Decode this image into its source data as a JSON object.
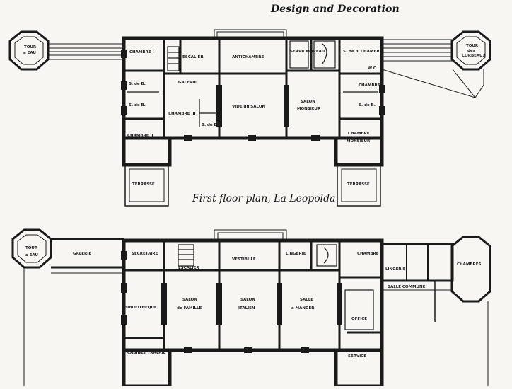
{
  "page_title": "Design and Decoration",
  "plan_caption": "First floor plan, La Leopolda",
  "ink_color": "#1a1a1a",
  "paper_color": "#f7f6f3",
  "upper_plan": {
    "rooms": {
      "tour_left_a": "TOUR",
      "tour_left_b": "a EAU",
      "tour_right_a": "TOUR",
      "tour_right_b": "des",
      "tour_right_c": "CORBEAUX",
      "chambre_i": "CHAMBRE I",
      "escalier": "ESCALIER",
      "antichambre": "ANTICHAMBRE",
      "service": "SERVICE",
      "bureau": "BUREAU",
      "sdb_right_top": "S. de B.",
      "chambre_right_top": "CHAMBRE",
      "wc": "W.C.",
      "sdb_left": "S. de B.",
      "galerie": "GALERIE",
      "sdb_left2": "S. de B.",
      "chambre_ii": "CHAMBRE II",
      "chambre_iii": "CHAMBRE III",
      "sdb_small": "S. de B.",
      "vide_salon": "VIDE du SALON",
      "salon": "SALON",
      "monsieur": "MONSIEUR",
      "chambre_right_mid": "CHAMBRE",
      "sdb_right_mid": "S. de B.",
      "chambre_monsieur_a": "CHAMBRE",
      "chambre_monsieur_b": "MONSIEUR",
      "terrasse_left": "TERRASSE",
      "terrasse_right": "TERRASSE"
    }
  },
  "lower_plan": {
    "rooms": {
      "tour_a": "TOUR",
      "tour_b": "a EAU",
      "galerie": "GALERIE",
      "secretaire": "SECRETAIRE",
      "escalier": "ESCALIER",
      "vestibule": "VESTIBULE",
      "lingerie_small": "LINGERIE",
      "chambre_right": "CHAMBRE",
      "lingerie": "LINGERIE",
      "bibliotheque": "BIBLIOTHEQUE",
      "salon_famille_a": "SALON",
      "salon_famille_b": "de FAMILLE",
      "salon_italien_a": "SALON",
      "salon_italien_b": "ITALIEN",
      "salle_manger_a": "SALLE",
      "salle_manger_b": "a MANGER",
      "office": "OFFICE",
      "salle_commun": "SALLE COMMUNE",
      "cabinet_travail": "CABINET TRAVAIL",
      "service": "SERVICE",
      "chambres": "CHAMBRES"
    }
  }
}
